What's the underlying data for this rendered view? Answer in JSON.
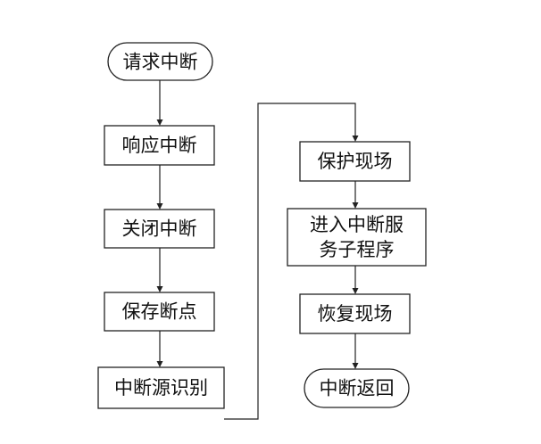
{
  "flowchart": {
    "nodes": {
      "request_interrupt": "请求中断",
      "respond_interrupt": "响应中断",
      "disable_interrupt": "关闭中断",
      "save_breakpoint": "保存断点",
      "identify_source": "中断源识别",
      "save_context": "保护现场",
      "enter_isr_line1": "进入中断服",
      "enter_isr_line2": "务子程序",
      "restore_context": "恢复现场",
      "interrupt_return": "中断返回"
    },
    "colors": {
      "stroke": "#222222",
      "text": "#111111",
      "background": "#ffffff"
    }
  }
}
